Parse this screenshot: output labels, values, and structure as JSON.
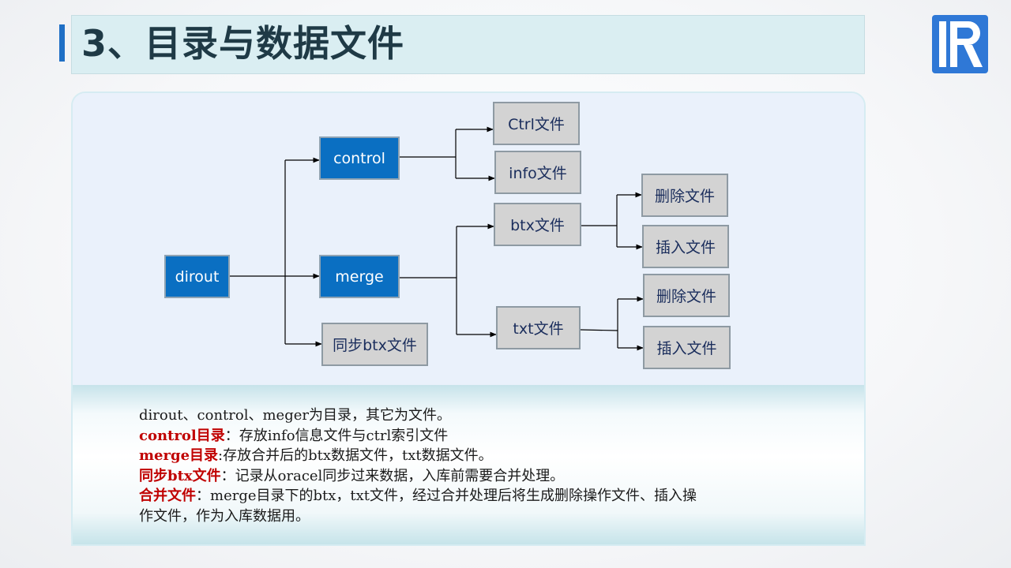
{
  "slide": {
    "title": "3、目录与数据文件"
  },
  "diagram": {
    "nodes": {
      "dirout": "dirout",
      "control": "control",
      "merge": "merge",
      "sync_btx": "同步btx文件",
      "ctrl_file": "Ctrl文件",
      "info_file": "info文件",
      "btx_file": "btx文件",
      "txt_file": "txt文件",
      "btx_delete": "删除文件",
      "btx_insert": "插入文件",
      "txt_delete": "删除文件",
      "txt_insert": "插入文件"
    },
    "colors": {
      "directory_fill": "#0a6fc2",
      "file_fill": "#d3d3d3",
      "file_text": "#1a2d5c"
    }
  },
  "description": {
    "line1": "dirout、control、meger为目录，其它为文件。",
    "line2_key": "control目录",
    "line2_text": "：存放info信息文件与ctrl索引文件",
    "line3_key": "merge目录",
    "line3_text": ":存放合并后的btx数据文件，txt数据文件。",
    "line4_key": "同步btx文件",
    "line4_text": "：记录从oracel同步过来数据，入库前需要合并处理。",
    "line5_key": "合并文件",
    "line5_text": "：merge目录下的btx，txt文件，经过合并处理后将生成删除操作文件、插入操",
    "line6_text": "作文件，作为入库数据用。",
    "key_color": "#c00000"
  }
}
